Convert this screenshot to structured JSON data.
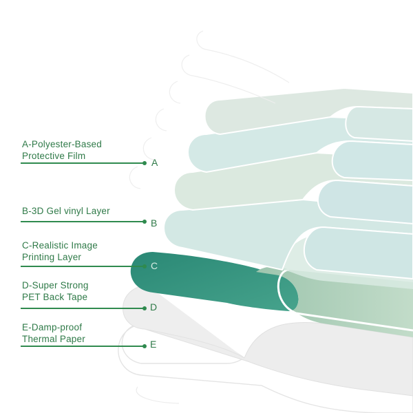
{
  "layers": [
    {
      "key": "A",
      "lines": [
        "A-Polyester-Based",
        "Protective Film"
      ]
    },
    {
      "key": "B",
      "lines": [
        "B-3D Gel vinyl Layer"
      ]
    },
    {
      "key": "C",
      "lines": [
        "C-Realistic Image",
        "Printing Layer"
      ]
    },
    {
      "key": "D",
      "lines": [
        "D-Super Strong",
        "PET Back Tape"
      ]
    },
    {
      "key": "E",
      "lines": [
        "E-Damp-proof",
        "Thermal Paper"
      ]
    }
  ],
  "colors": {
    "label": "#2f7a48",
    "line": "#2f8a4e",
    "film": "#f4f6f5",
    "gel": [
      "#dde9e1",
      "#d2e7e3",
      "#d6e5dd",
      "#cde5e4"
    ],
    "print_dark": "#2f8f7c",
    "print_light": "#a9cbb5",
    "backing": "#eeeeee",
    "paper": "#ffffff"
  }
}
